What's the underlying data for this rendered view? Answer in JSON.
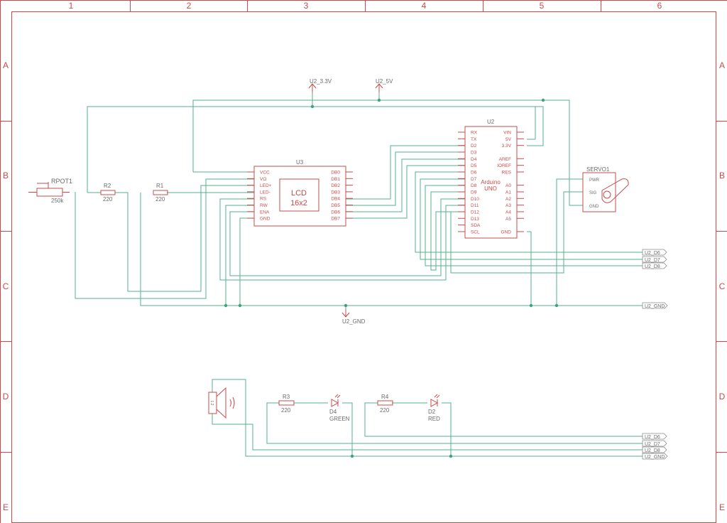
{
  "frame": {
    "columns": [
      "1",
      "2",
      "3",
      "4",
      "5",
      "6"
    ],
    "rows": [
      "A",
      "B",
      "C",
      "D",
      "E"
    ]
  },
  "supplies": {
    "u2_33": "U2_3.3V",
    "u2_5": "U2_5V",
    "u2_gnd": "U2_GND"
  },
  "pot": {
    "name": "RPOT1",
    "value": "250k"
  },
  "r2": {
    "name": "R2",
    "value": "220"
  },
  "r1": {
    "name": "R1",
    "value": "220"
  },
  "r3": {
    "name": "R3",
    "value": "220"
  },
  "r4": {
    "name": "R4",
    "value": "220"
  },
  "lcd": {
    "ref": "U3",
    "title1": "LCD",
    "title2": "16x2",
    "left_pins": [
      "VCC",
      "VO",
      "LED+",
      "LED-",
      "RS",
      "RW",
      "ENA",
      "GND"
    ],
    "right_pins": [
      "DB0",
      "DB1",
      "DB2",
      "DB3",
      "DB4",
      "DB5",
      "DB6",
      "DB7"
    ]
  },
  "arduino": {
    "ref": "U2",
    "title1": "Arduino",
    "title2": "UNO",
    "left_pins": [
      "RX",
      "TX",
      "D2",
      "D3",
      "D4",
      "D5",
      "D6",
      "D7",
      "D8",
      "D9",
      "D10",
      "D11",
      "D12",
      "D13",
      "SDA",
      "SCL"
    ],
    "right_pins": [
      "VIN",
      "5V",
      "3.3V",
      "",
      "AREF",
      "IOREF",
      "RES",
      "",
      "A0",
      "A1",
      "A2",
      "A3",
      "A4",
      "A5",
      "",
      "GND"
    ]
  },
  "servo": {
    "ref": "SERVO1",
    "pins": [
      "PWR",
      "SIG",
      "GND"
    ]
  },
  "speaker": {
    "label": "1 2"
  },
  "d4": {
    "name": "D4",
    "value": "GREEN"
  },
  "d2": {
    "name": "D2",
    "value": "RED"
  },
  "ports_upper": [
    "U2_D6",
    "U2_D7",
    "U2_D8"
  ],
  "port_upper_gnd": "U2_GND",
  "ports_lower": [
    "U2_D6",
    "U2_D7",
    "U2_D8",
    "U2_GND"
  ]
}
